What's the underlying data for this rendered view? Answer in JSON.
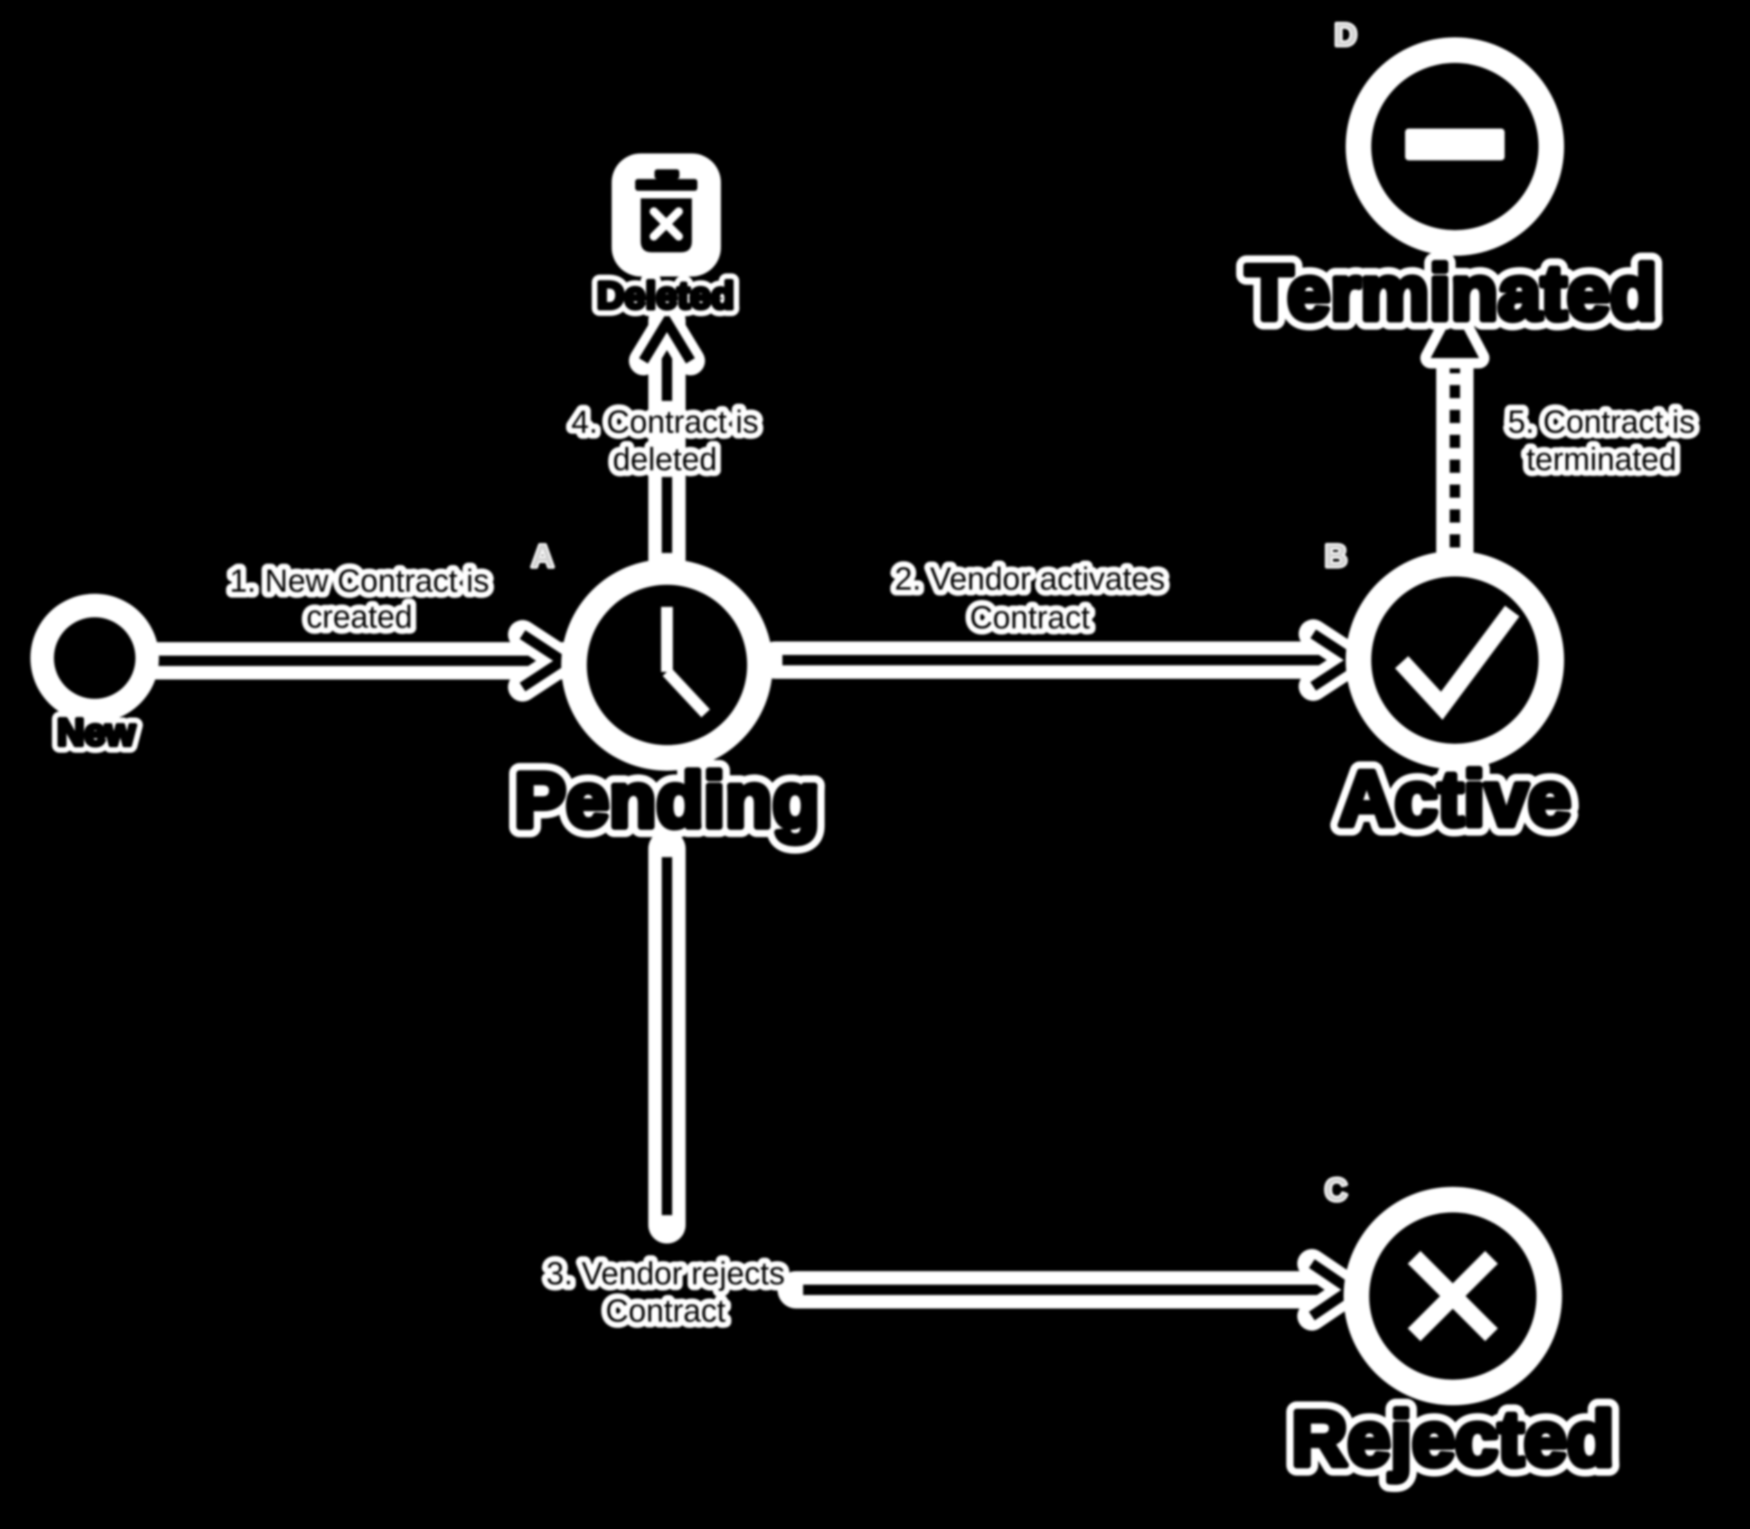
{
  "diagram": {
    "colors": {
      "background": "#000000",
      "ink": "#000000",
      "halo": "#ffffff",
      "marker_letter": "#d4d4d4"
    },
    "nodes": {
      "new": {
        "label": "New"
      },
      "pending": {
        "label": "Pending",
        "marker": "A"
      },
      "active": {
        "label": "Active",
        "marker": "B"
      },
      "rejected": {
        "label": "Rejected",
        "marker": "C"
      },
      "terminated": {
        "label": "Terminated",
        "marker": "D"
      },
      "deleted": {
        "label": "Deleted"
      }
    },
    "edges": {
      "e1": {
        "line1": "1. New Contract is",
        "line2": "created"
      },
      "e2": {
        "line1": "2. Vendor activates",
        "line2": "Contract"
      },
      "e3": {
        "line1": "3. Vendor rejects",
        "line2": "Contract"
      },
      "e4": {
        "line1": "4. Contract is",
        "line2": "deleted"
      },
      "e5": {
        "line1": "5. Contract is",
        "line2": "terminated"
      }
    }
  }
}
